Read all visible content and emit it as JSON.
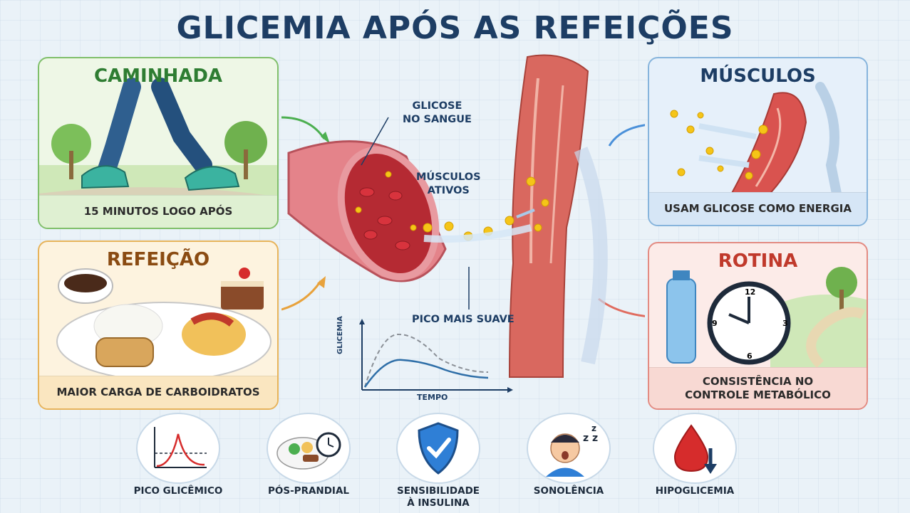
{
  "title": "GLICEMIA APÓS AS REFEIÇÕES",
  "cards": {
    "walk": {
      "title": "CAMINHADA",
      "caption": "15 MINUTOS LOGO APÓS"
    },
    "meal": {
      "title": "REFEIÇÃO",
      "caption": "MAIOR CARGA DE CARBOIDRATOS"
    },
    "muscle": {
      "title": "MÚSCULOS",
      "caption": "USAM GLICOSE COMO ENERGIA"
    },
    "routine": {
      "title": "ROTINA",
      "caption_line1": "CONSISTÊNCIA NO",
      "caption_line2": "CONTROLE METABÓLICO"
    }
  },
  "center": {
    "glucose_label_line1": "GLICOSE",
    "glucose_label_line2": "NO SANGUE",
    "muscles_label_line1": "MÚSCULOS",
    "muscles_label_line2": "ATIVOS",
    "peak_label": "PICO MAIS SUAVE"
  },
  "chart": {
    "ylabel": "GLICEMIA",
    "xlabel": "TEMPO"
  },
  "bottom": [
    {
      "label": "PICO GLICÊMICO",
      "icon": "glycemic-peak-icon"
    },
    {
      "label": "PÓS-PRANDIAL",
      "icon": "meal-clock-icon"
    },
    {
      "label_line1": "SENSIBILIDADE",
      "label_line2": "À INSULINA",
      "icon": "shield-check-icon"
    },
    {
      "label": "SONOLÊNCIA",
      "icon": "sleepy-person-icon"
    },
    {
      "label": "HIPOGLICEMIA",
      "icon": "blood-drop-down-icon"
    }
  ],
  "colors": {
    "title": "#1d3d64",
    "walk_accent": "#2e7d32",
    "meal_accent": "#8a4b12",
    "routine_accent": "#c0392b",
    "glucose": "#f5c518"
  }
}
